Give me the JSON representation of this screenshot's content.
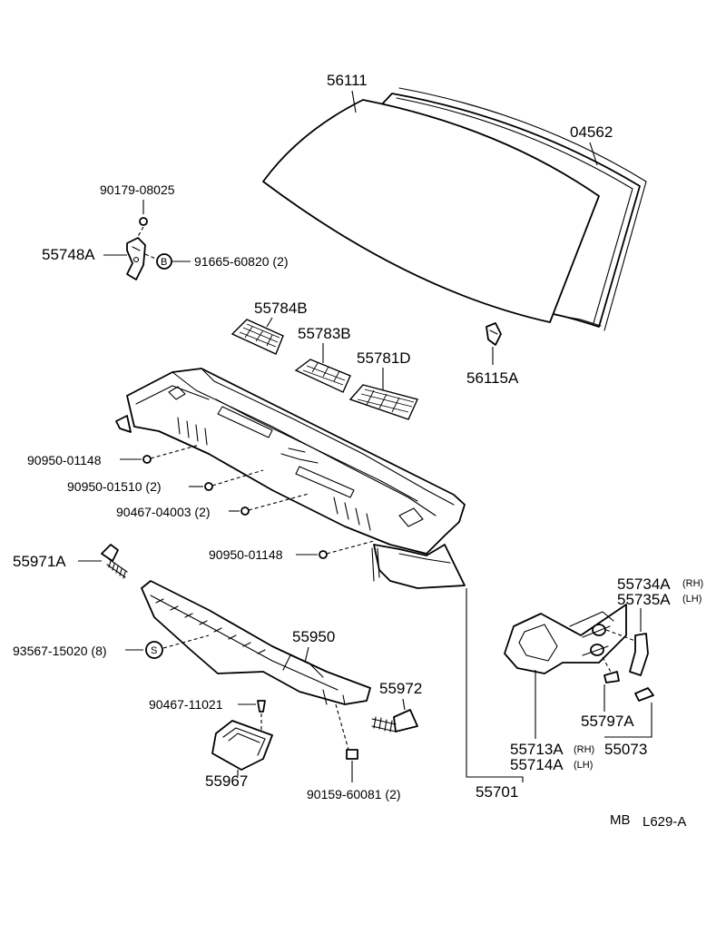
{
  "diagram": {
    "figure_code": "L629-A",
    "figure_prefix": "MB",
    "parts": {
      "windshield_glass": "56111",
      "weatherstrip": "04562",
      "clip_56115A": "56115A",
      "nut_90179": "90179-08025",
      "bracket_55748A": "55748A",
      "bolt_91665": "91665-60820 (2)",
      "bolt_marker_b": "B",
      "grille_55784B": "55784B",
      "grille_55783B": "55783B",
      "grille_55781D": "55781D",
      "clip_90950_01148_a": "90950-01148",
      "clip_90950_01510": "90950-01510 (2)",
      "clip_90467_04003": "90467-04003 (2)",
      "clip_90950_01148_b": "90950-01148",
      "hose_55971A": "55971A",
      "screw_93567": "93567-15020 (8)",
      "screw_marker_s": "S",
      "panel_55950": "55950",
      "hose_55972": "55972",
      "clip_90467_11021": "90467-11021",
      "seal_55967": "55967",
      "bolt_90159": "90159-60081 (2)",
      "cowl_panel_55701": "55701",
      "brace_55734A": "55734A",
      "brace_55734A_side": "(RH)",
      "brace_55735A": "55735A",
      "brace_55735A_side": "(LH)",
      "seal_55797A": "55797A",
      "bracket_55713A": "55713A",
      "bracket_55713A_side": "(RH)",
      "bracket_55714A": "55714A",
      "bracket_55714A_side": "(LH)",
      "set_55073": "55073"
    }
  }
}
